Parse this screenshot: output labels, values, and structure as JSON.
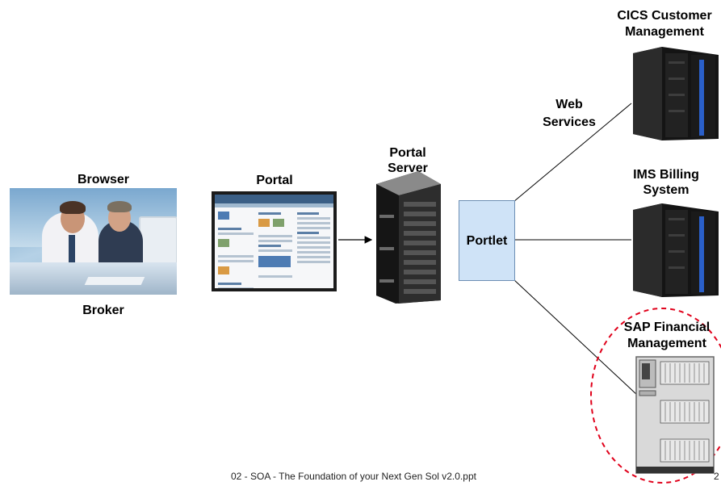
{
  "nodes": {
    "browser": {
      "title": "Browser",
      "caption": "Broker"
    },
    "portal": {
      "title": "Portal"
    },
    "portal_server": {
      "title_line1": "Portal",
      "title_line2": "Server"
    },
    "portlet": {
      "label": "Portlet"
    },
    "web_services": {
      "line1": "Web",
      "line2": "Services"
    },
    "cics": {
      "line1": "CICS Customer",
      "line2": "Management"
    },
    "ims": {
      "line1": "IMS Billing",
      "line2": "System"
    },
    "sap": {
      "line1": "SAP Financial",
      "line2": "Management"
    }
  },
  "footer": {
    "filename": "02 - SOA - The Foundation of your Next Gen Sol v2.0.ppt",
    "page": "2"
  },
  "colors": {
    "portlet_fill": "#cfe3f7",
    "highlight_circle": "#e0001a",
    "mainframe_accent": "#2a5fc9"
  }
}
